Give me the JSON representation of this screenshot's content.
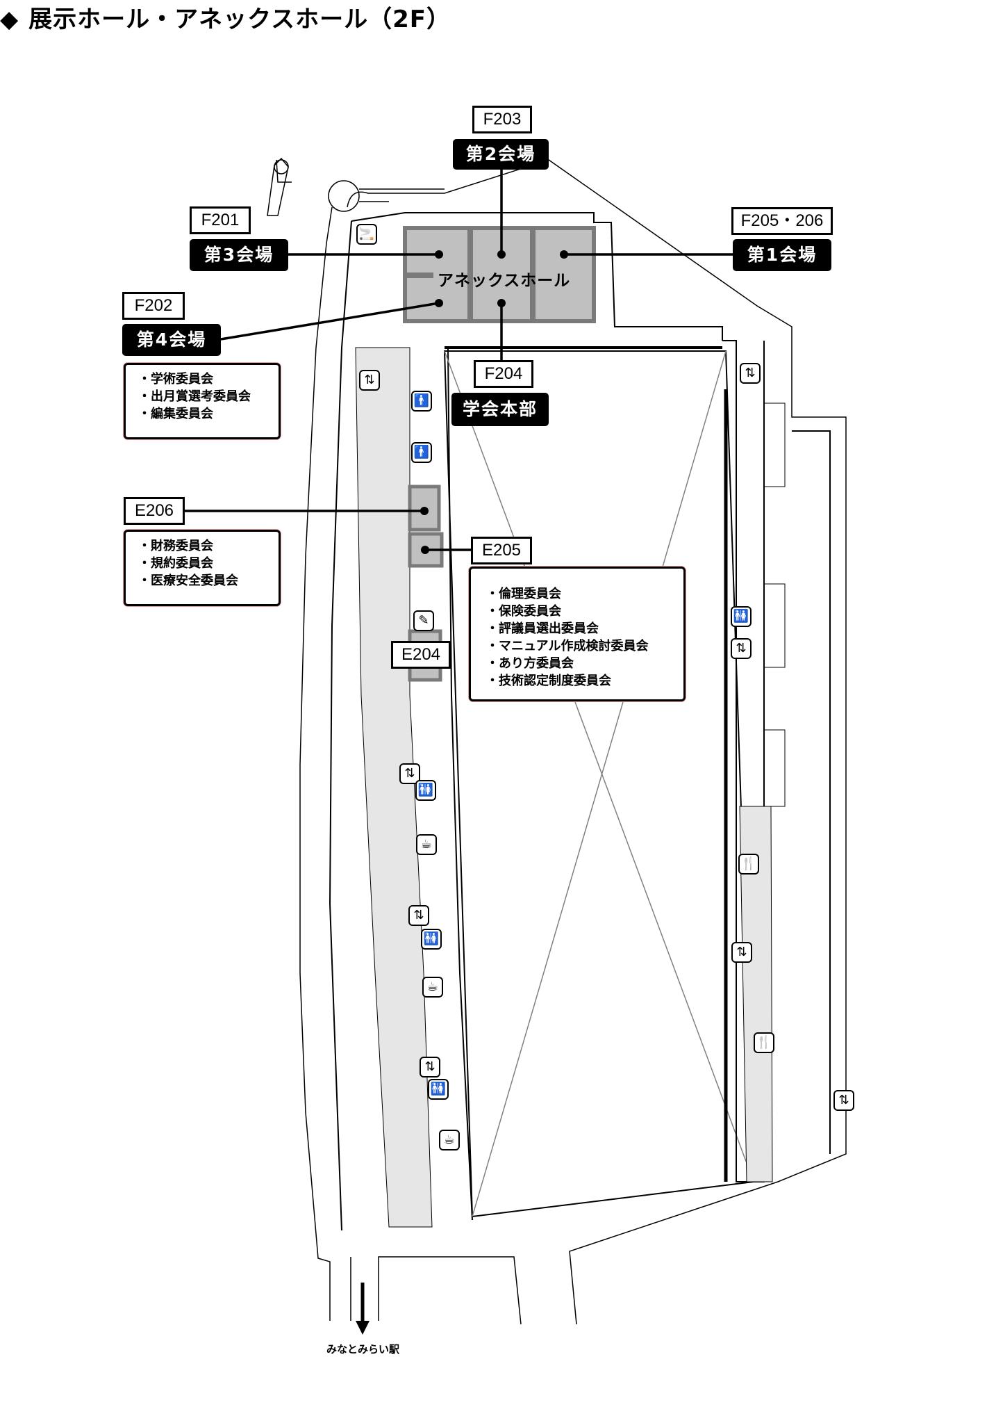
{
  "title": {
    "marker": "◆",
    "text": "展示ホール・アネックスホール（2F）"
  },
  "annex_hall": {
    "label": "アネックスホール"
  },
  "venues": [
    {
      "id": "v2",
      "room": "F203",
      "name": "第2会場"
    },
    {
      "id": "v3",
      "room": "F201",
      "name": "第3会場"
    },
    {
      "id": "v1",
      "room": "F205・206",
      "name": "第1会場"
    },
    {
      "id": "v4",
      "room": "F202",
      "name": "第4会場"
    },
    {
      "id": "hq",
      "room": "F204",
      "name": "学会本部"
    }
  ],
  "committee_rooms": [
    {
      "room": "F202",
      "committees": [
        "学術委員会",
        "出月賞選考委員会",
        "編集委員会"
      ]
    },
    {
      "room": "E206",
      "committees": [
        "財務委員会",
        "規約委員会",
        "医療安全委員会"
      ]
    },
    {
      "room": "E205",
      "committees": [
        "倫理委員会",
        "保険委員会",
        "評議員選出委員会",
        "マニュアル作成検討委員会",
        "あり方委員会",
        "技術認定制度委員会"
      ]
    },
    {
      "room": "E204",
      "committees": []
    }
  ],
  "exit": {
    "label": "みなとみらい駅",
    "icon": "arrow-down-icon"
  },
  "legend_icons": {
    "smoking": "smoking-area-icon",
    "elevator": "elevator-icon",
    "restroom": "restroom-icon",
    "cafe": "cafe-icon",
    "restaurant": "restaurant-icon",
    "atm": "atm-icon"
  },
  "colors": {
    "hall_fill": "#c0c0c0",
    "hall_border": "#7a7a7a",
    "corridor_fill": "#e6e6e6",
    "label_bg": "#000000",
    "label_text": "#ffffff",
    "box_border_accent": "#e8a0a0"
  }
}
